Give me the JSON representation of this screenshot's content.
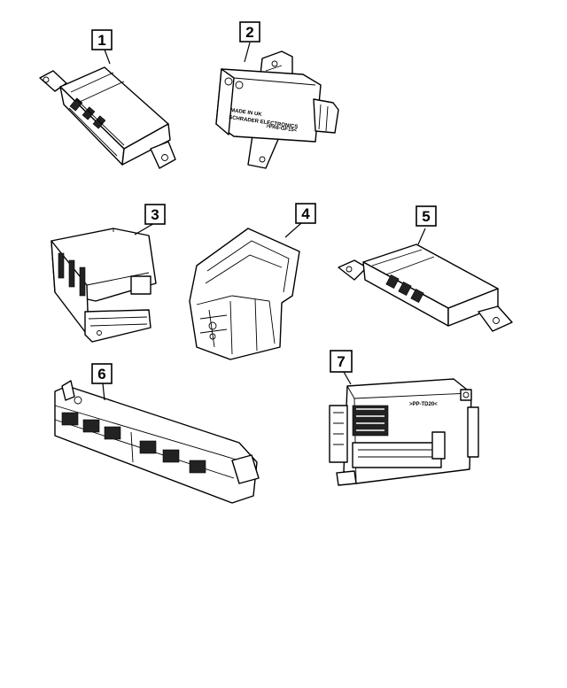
{
  "callouts": [
    {
      "num": "1"
    },
    {
      "num": "2"
    },
    {
      "num": "3"
    },
    {
      "num": "4"
    },
    {
      "num": "5"
    },
    {
      "num": "6"
    },
    {
      "num": "7"
    }
  ],
  "part2_labels": {
    "made_in": "MADE IN UK",
    "maker": "SCHRADER ELECTRONICS",
    "code": ">PA6-GF15<"
  },
  "part7_labels": {
    "code": ">PP-TD20<"
  }
}
